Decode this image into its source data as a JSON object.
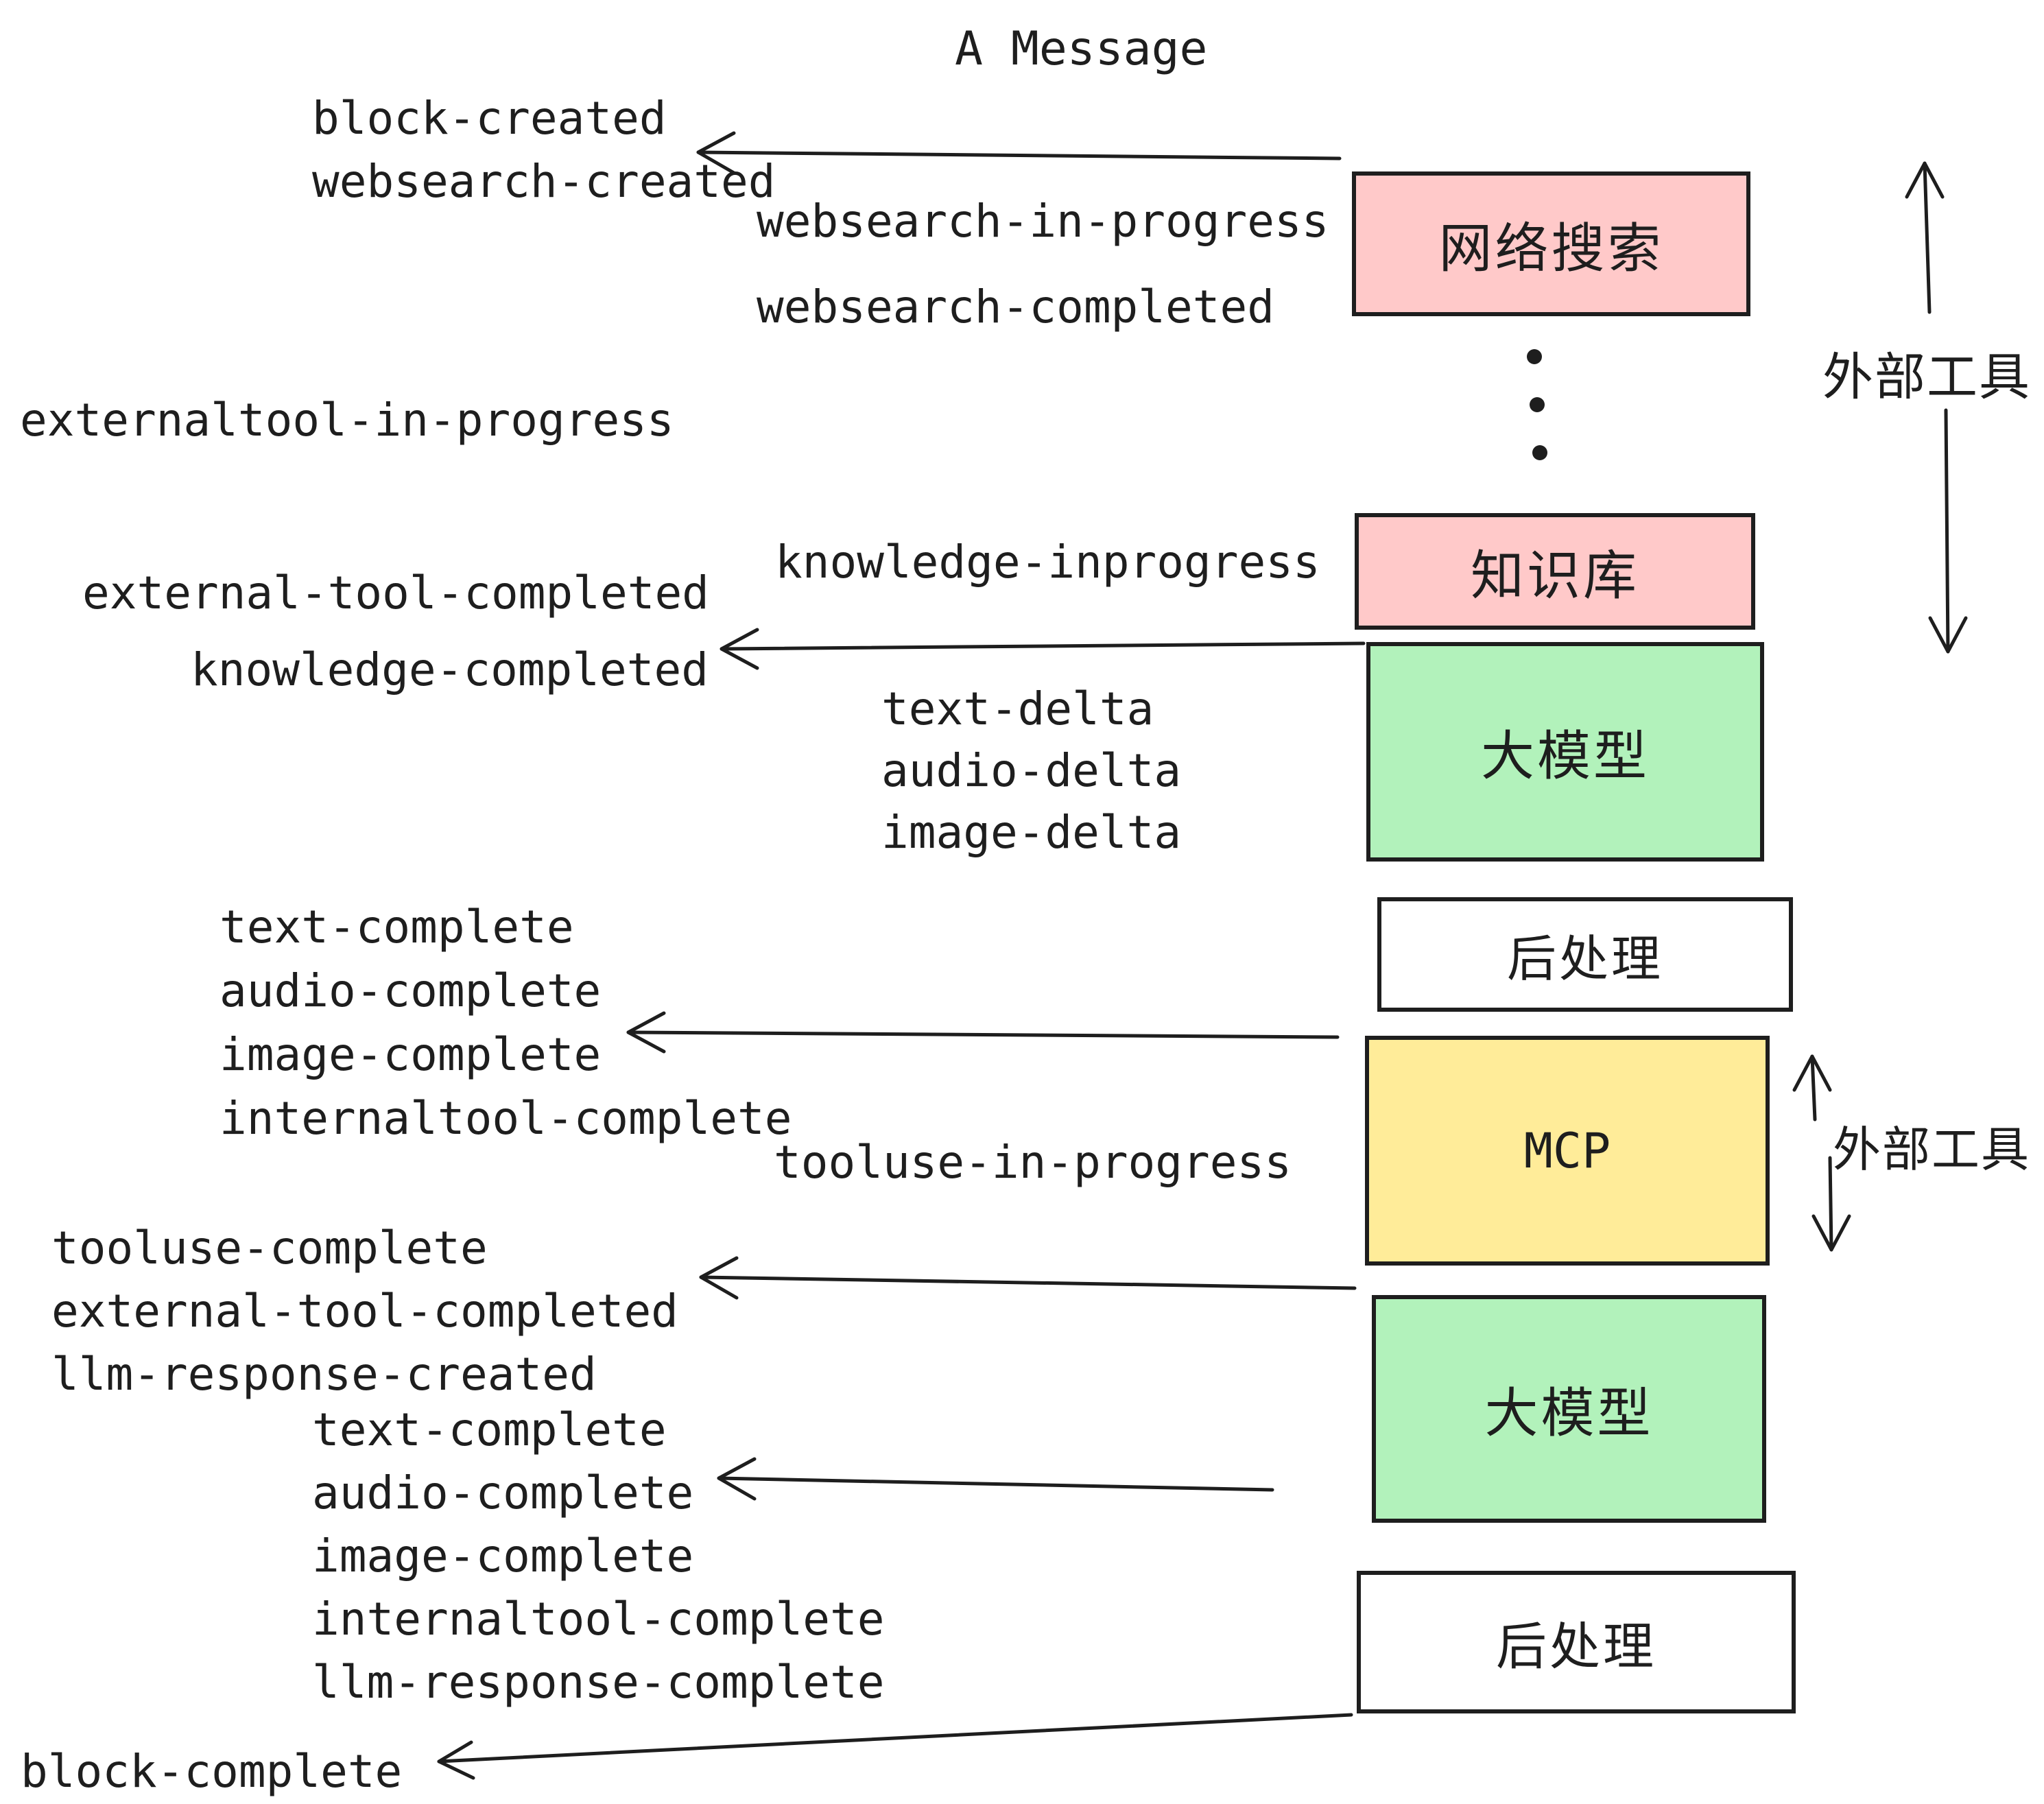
{
  "title": "A Message",
  "colors": {
    "stroke": "#1e1e1e",
    "pink": "#ffc9c9",
    "green": "#b2f2bb",
    "yellow": "#ffec99",
    "white": "#ffffff"
  },
  "events": [
    {
      "id": "block-created",
      "text": "block-created"
    },
    {
      "id": "websearch-created",
      "text": "websearch-created"
    },
    {
      "id": "websearch-in-progress",
      "text": "websearch-in-progress"
    },
    {
      "id": "websearch-completed",
      "text": "websearch-completed"
    },
    {
      "id": "externaltool-in-progress",
      "text": "externaltool-in-progress"
    },
    {
      "id": "knowledge-inprogress",
      "text": "knowledge-inprogress"
    },
    {
      "id": "external-tool-completed-1",
      "text": "external-tool-completed"
    },
    {
      "id": "knowledge-completed",
      "text": "knowledge-completed"
    },
    {
      "id": "text-delta-1",
      "text": "text-delta"
    },
    {
      "id": "audio-delta-1",
      "text": "audio-delta"
    },
    {
      "id": "image-delta-1",
      "text": "image-delta"
    },
    {
      "id": "text-complete-1",
      "text": "text-complete"
    },
    {
      "id": "audio-complete-1",
      "text": "audio-complete"
    },
    {
      "id": "image-complete-1",
      "text": "image-complete"
    },
    {
      "id": "internaltool-complete-1",
      "text": "internaltool-complete"
    },
    {
      "id": "tooluse-in-progress",
      "text": "tooluse-in-progress"
    },
    {
      "id": "tooluse-complete",
      "text": "tooluse-complete"
    },
    {
      "id": "external-tool-completed-2",
      "text": "external-tool-completed"
    },
    {
      "id": "llm-response-created",
      "text": "llm-response-created"
    },
    {
      "id": "text-complete-2",
      "text": "text-complete"
    },
    {
      "id": "audio-complete-2",
      "text": "audio-complete"
    },
    {
      "id": "image-complete-2",
      "text": "image-complete"
    },
    {
      "id": "internaltool-complete-2",
      "text": "internaltool-complete"
    },
    {
      "id": "llm-response-complete",
      "text": "llm-response-complete"
    },
    {
      "id": "block-complete",
      "text": "block-complete"
    }
  ],
  "boxes": [
    {
      "id": "websearch",
      "label": "网络搜索",
      "fill": "pink"
    },
    {
      "id": "knowledge",
      "label": "知识库",
      "fill": "pink"
    },
    {
      "id": "llm-1",
      "label": "大模型",
      "fill": "green"
    },
    {
      "id": "postprocess-1",
      "label": "后处理",
      "fill": "white"
    },
    {
      "id": "mcp",
      "label": "MCP",
      "fill": "yellow"
    },
    {
      "id": "llm-2",
      "label": "大模型",
      "fill": "green"
    },
    {
      "id": "postprocess-2",
      "label": "后处理",
      "fill": "white"
    }
  ],
  "annotations": [
    {
      "id": "external-tools-top",
      "text": "外部工具"
    },
    {
      "id": "external-tools-mid",
      "text": "外部工具"
    }
  ]
}
